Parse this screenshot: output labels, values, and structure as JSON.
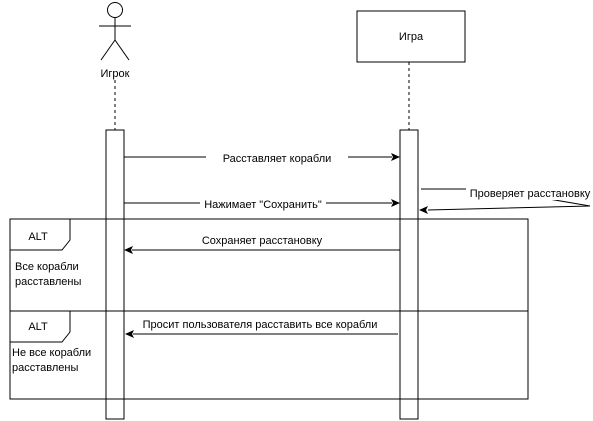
{
  "actor": {
    "label": "Игрок"
  },
  "participant": {
    "label": "Игра"
  },
  "messages": {
    "place_ships": "Расставляет корабли",
    "press_save": "Нажимает \"Сохранить\"",
    "check_placement": "Проверяет расстановку",
    "save_placement": "Сохраняет расстановку",
    "ask_user": "Просит пользователя расставить все корабли"
  },
  "fragments": [
    {
      "tag": "ALT",
      "guard_line1": "Все корабли",
      "guard_line2": "расставлены"
    },
    {
      "tag": "ALT",
      "guard_line1": "Не все корабли",
      "guard_line2": "расставлены"
    }
  ]
}
